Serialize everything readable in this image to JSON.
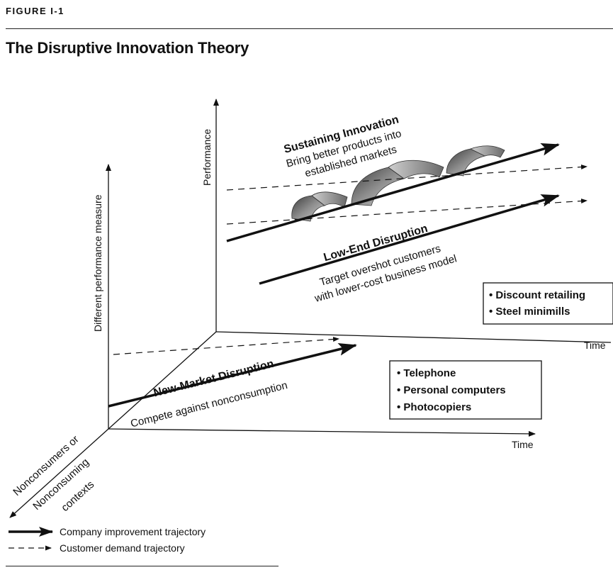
{
  "figure_label": "FIGURE I-1",
  "title": "The Disruptive Innovation Theory",
  "axes": {
    "performance": "Performance",
    "different_performance": "Different performance measure",
    "time_back": "Time",
    "time_front": "Time",
    "nonconsumers_1": "Nonconsumers or",
    "nonconsumers_2": "Nonconsuming",
    "nonconsumers_3": "contexts"
  },
  "sustaining": {
    "title": "Sustaining Innovation",
    "line1": "Bring better products into",
    "line2": "established markets"
  },
  "low_end": {
    "title": "Low-End Disruption",
    "line1": "Target overshot customers",
    "line2": "with lower-cost business model"
  },
  "new_market": {
    "title": "New-Market Disruption",
    "line1": "Compete against nonconsumption"
  },
  "boxes": {
    "low_end_examples": [
      "• Discount retailing",
      "• Steel minimills"
    ],
    "new_market_examples": [
      "• Telephone",
      "• Personal computers",
      "• Photocopiers"
    ]
  },
  "legend": {
    "company": "Company improvement trajectory",
    "customer": "Customer demand trajectory"
  },
  "colors": {
    "ink": "#111111",
    "shade": "#8a8a8a"
  }
}
